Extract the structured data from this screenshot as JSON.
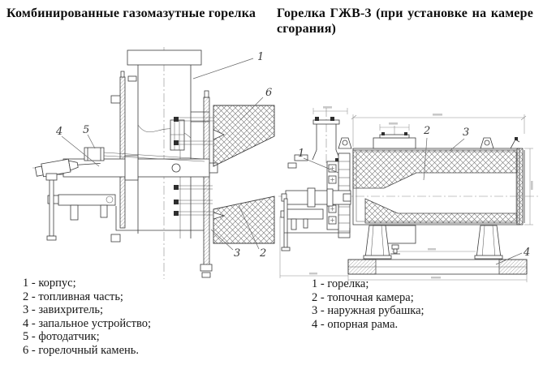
{
  "figures": {
    "left": {
      "title": "Комбинированные газомазутные горелка",
      "callouts": [
        "1",
        "2",
        "3",
        "4",
        "5",
        "6"
      ],
      "legend": [
        "1 - корпус;",
        "2 - топливная часть;",
        "3 - завихритель;",
        "4 - запальное устройство;",
        "5 - фотодатчик;",
        "6 - горелочный камень."
      ]
    },
    "right": {
      "title": "Горелка ГЖВ-3 (при установке на камере сгорания)",
      "callouts": [
        "1",
        "2",
        "3",
        "4"
      ],
      "legend": [
        "1 - горелка;",
        "2 - топочная камера;",
        "3 - наружная рубашка;",
        "4 - опорная рама."
      ]
    }
  },
  "colors": {
    "background": "#ffffff",
    "line": "#3c3c3c",
    "text": "#0d0d0d"
  }
}
